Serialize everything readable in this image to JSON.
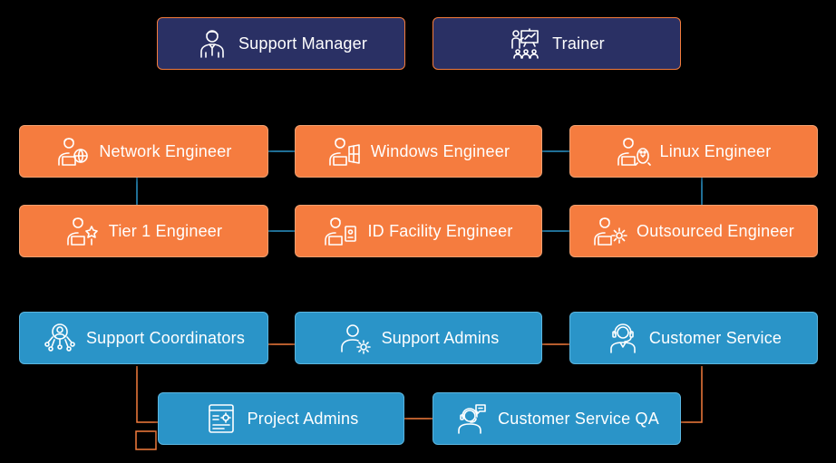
{
  "colors": {
    "background": "#000000",
    "navy": "#2a3064",
    "orange": "#f57c3f",
    "blue": "#2a94c8",
    "connector_orange": "#f47c3c",
    "connector_blue": "#2a94c8"
  },
  "leadership": [
    {
      "label": "Support Manager",
      "icon": "manager-icon"
    },
    {
      "label": "Trainer",
      "icon": "trainer-presentation-icon"
    }
  ],
  "engineers": [
    {
      "label": "Network Engineer",
      "icon": "network-engineer-icon"
    },
    {
      "label": "Windows Engineer",
      "icon": "windows-engineer-icon"
    },
    {
      "label": "Linux Engineer",
      "icon": "linux-engineer-icon"
    },
    {
      "label": "Tier 1 Engineer",
      "icon": "tier1-engineer-icon"
    },
    {
      "label": "ID Facility Engineer",
      "icon": "id-facility-engineer-icon"
    },
    {
      "label": "Outsourced Engineer",
      "icon": "outsourced-engineer-icon"
    }
  ],
  "support": [
    {
      "label": "Support Coordinators",
      "icon": "coordinator-network-icon"
    },
    {
      "label": "Support Admins",
      "icon": "admin-gear-icon"
    },
    {
      "label": "Customer Service",
      "icon": "headset-agent-icon"
    },
    {
      "label": "Project Admins",
      "icon": "project-document-icon"
    },
    {
      "label": "Customer Service QA",
      "icon": "customer-service-qa-icon"
    }
  ]
}
